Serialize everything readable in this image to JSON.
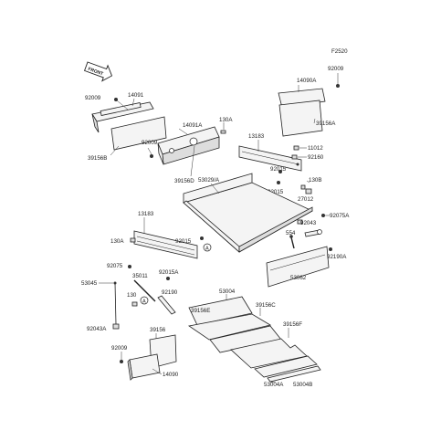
{
  "figure_code": "F2520",
  "front_label": "FRONT",
  "ref_marker": "A",
  "callouts": {
    "p92009_a": "92009",
    "p14091": "14091",
    "p39156b": "39156B",
    "p92009_b": "92009",
    "p14091a": "14091A",
    "p39156d": "39156D",
    "p130a_a": "130A",
    "p13183_a": "13183",
    "p53029a": "53029/A",
    "p92009_c": "92009",
    "p14090a": "14090A",
    "p39156a": "39156A",
    "p11012": "11012",
    "p92160": "92160",
    "p92015_a": "92015",
    "p92015_b": "92015",
    "p130b": "130B",
    "p27012": "27012",
    "p92075a": "92075A",
    "p92043_a": "92043",
    "p554": "554",
    "p92190a": "92190A",
    "p53062": "53062",
    "p13183_b": "13183",
    "p130a_b": "130A",
    "p92015_c": "92015",
    "p92075": "92075",
    "p35011": "35011",
    "p92015a": "92015A",
    "p53045": "53045",
    "p130": "130",
    "p92190": "92190",
    "p92043a": "92043A",
    "p53004": "53004",
    "p39156e": "39156E",
    "p39156c": "39156C",
    "p39156f": "39156F",
    "p39156": "39156",
    "p92009_d": "92009",
    "p14090": "14090",
    "p53004a": "53004A",
    "p53004b": "53004B"
  }
}
